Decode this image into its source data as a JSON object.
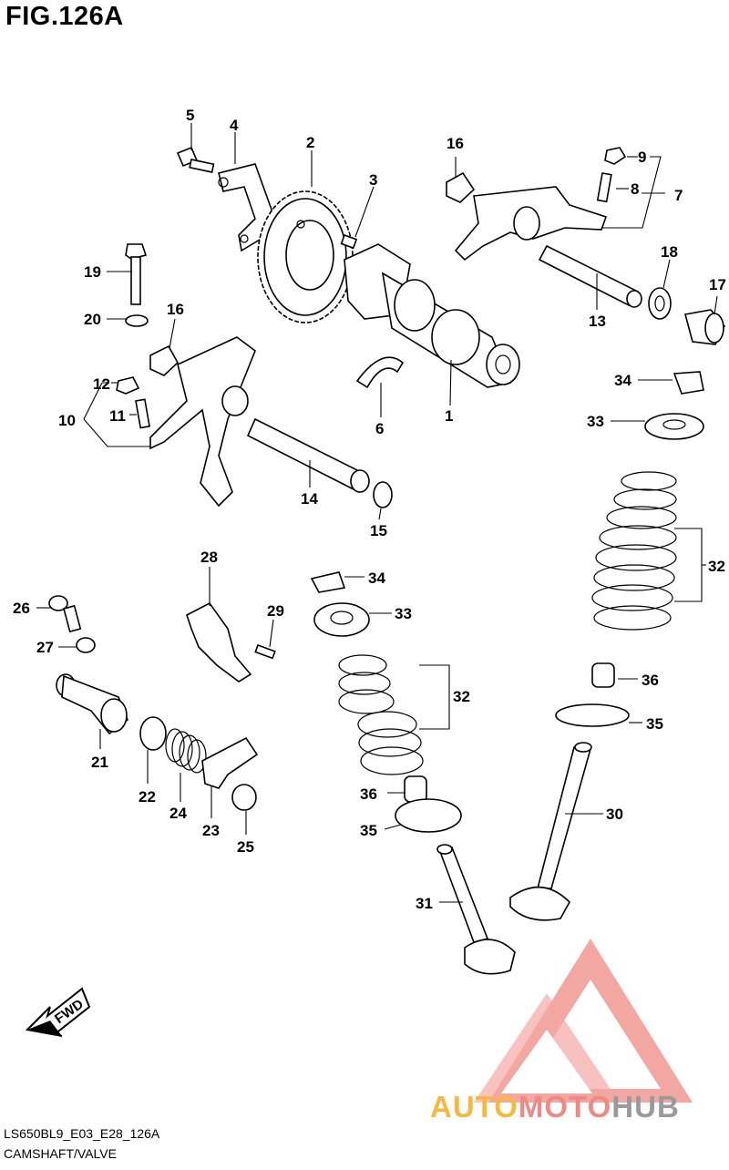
{
  "figure_title": "FIG.126A",
  "footer": {
    "code": "LS650BL9_E03_E28_126A",
    "name": "CAMSHAFT/VALVE"
  },
  "watermark": {
    "part1": "AUTO",
    "part2": "MOTO",
    "part3": "HUB",
    "colors": {
      "auto": "#f5b940",
      "moto": "#ee8a85",
      "hub": "#9a9a9a"
    }
  },
  "fwd_label": "FWD",
  "callouts": {
    "c1": "1",
    "c2": "2",
    "c3": "3",
    "c4": "4",
    "c5": "5",
    "c6": "6",
    "c7": "7",
    "c8": "8",
    "c9": "9",
    "c10": "10",
    "c11": "11",
    "c12": "12",
    "c13": "13",
    "c14": "14",
    "c15": "15",
    "c16a": "16",
    "c16b": "16",
    "c17": "17",
    "c18": "18",
    "c19": "19",
    "c20": "20",
    "c21": "21",
    "c22": "22",
    "c23": "23",
    "c24": "24",
    "c25": "25",
    "c26": "26",
    "c27": "27",
    "c28": "28",
    "c29": "29",
    "c30": "30",
    "c31": "31",
    "c32a": "32",
    "c32b": "32",
    "c33a": "33",
    "c33b": "33",
    "c34a": "34",
    "c34b": "34",
    "c35a": "35",
    "c35b": "35",
    "c36a": "36",
    "c36b": "36"
  }
}
